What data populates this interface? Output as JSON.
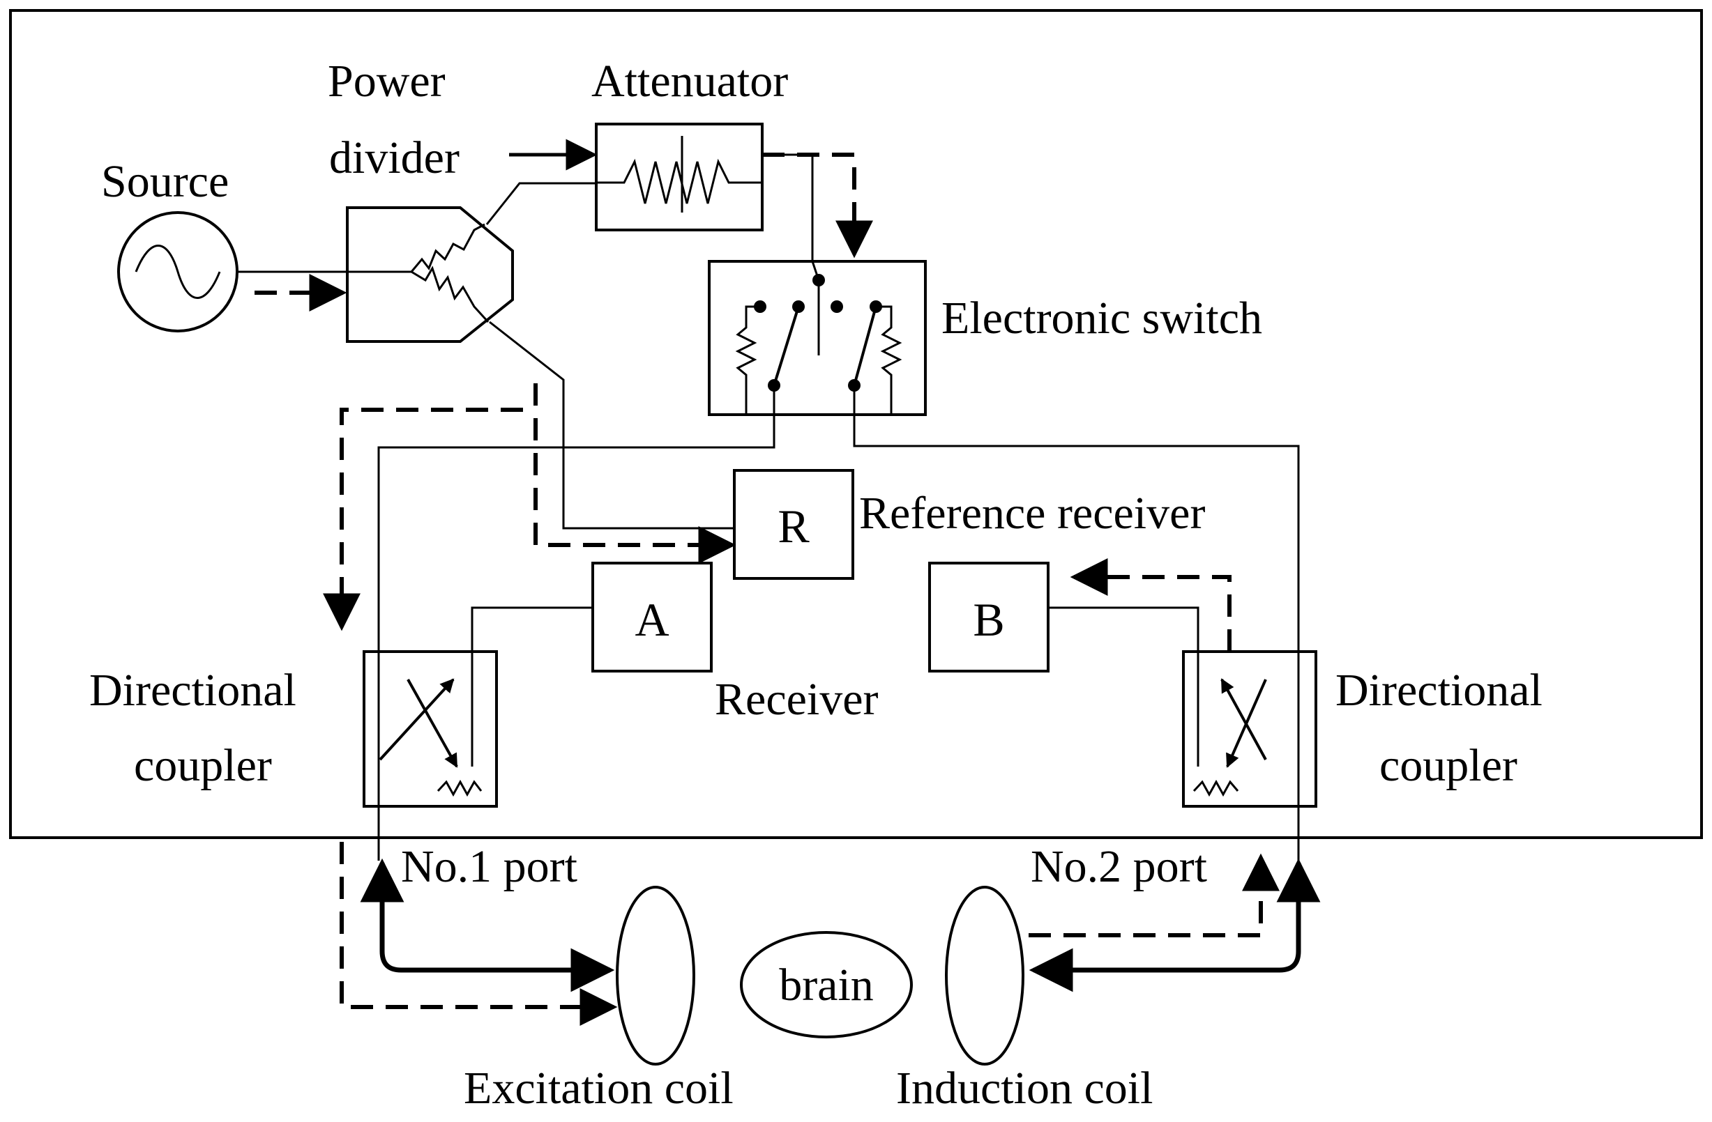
{
  "labels": {
    "source": "Source",
    "power_divider_line1": "Power",
    "power_divider_line2": "divider",
    "attenuator": "Attenuator",
    "electronic_switch": "Electronic switch",
    "reference_receiver": "Reference receiver",
    "receiver": "Receiver",
    "receiver_r": "R",
    "receiver_a": "A",
    "receiver_b": "B",
    "directional_coupler_left_line1": "Directional",
    "directional_coupler_left_line2": "coupler",
    "directional_coupler_right_line1": "Directional",
    "directional_coupler_right_line2": "coupler",
    "port1": "No.1 port",
    "port2": "No.2 port",
    "brain": "brain",
    "excitation_coil": "Excitation coil",
    "induction_coil": "Induction coil"
  }
}
